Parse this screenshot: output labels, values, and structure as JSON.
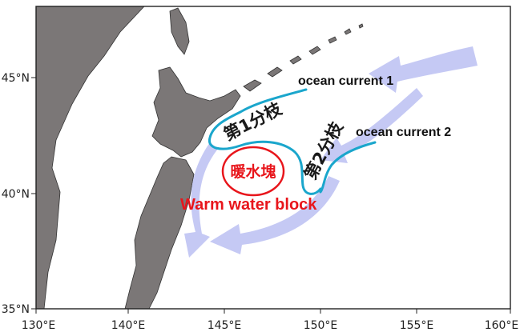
{
  "map": {
    "lon_ticks": [
      "130°E",
      "140°E",
      "145°E",
      "150°E",
      "155°E",
      "160°E"
    ],
    "lat_ticks": [
      "45°N",
      "40°N",
      "35°N"
    ]
  },
  "labels": {
    "current1_en": "ocean current 1",
    "current2_en": "ocean current 2",
    "current1_jp": "第1分枝",
    "current2_jp": "第2分枝",
    "warm_jp": "暖水塊",
    "warm_en": "Warm water block"
  },
  "colors": {
    "land": "#7b7777",
    "ocean": "#ffffff",
    "arrow": "#c5c9f4",
    "current_line": "#1aa6cc",
    "warm_block": "#e8151b"
  }
}
